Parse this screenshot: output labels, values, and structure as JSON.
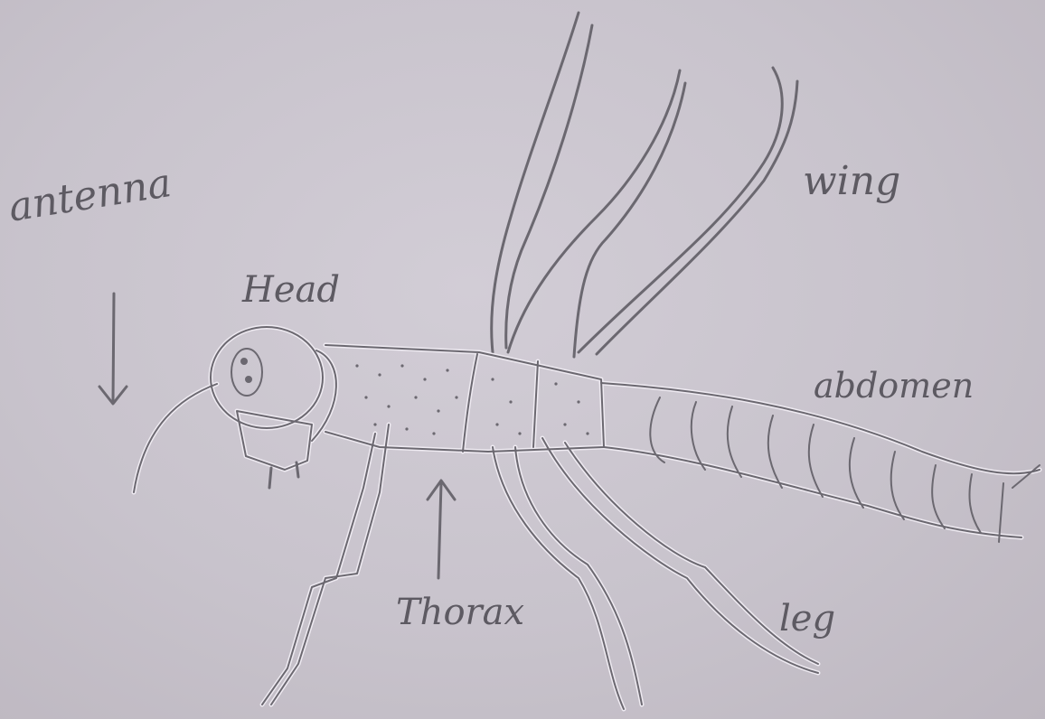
{
  "labels": {
    "antenna": "antenna",
    "head": "Head",
    "wing": "wing",
    "abdomen": "abdomen",
    "thorax": "Thorax",
    "leg": "leg"
  },
  "colors": {
    "paper": "#c9c4cd",
    "pencil": "#6b6870",
    "outline": "#f2f0f4"
  }
}
